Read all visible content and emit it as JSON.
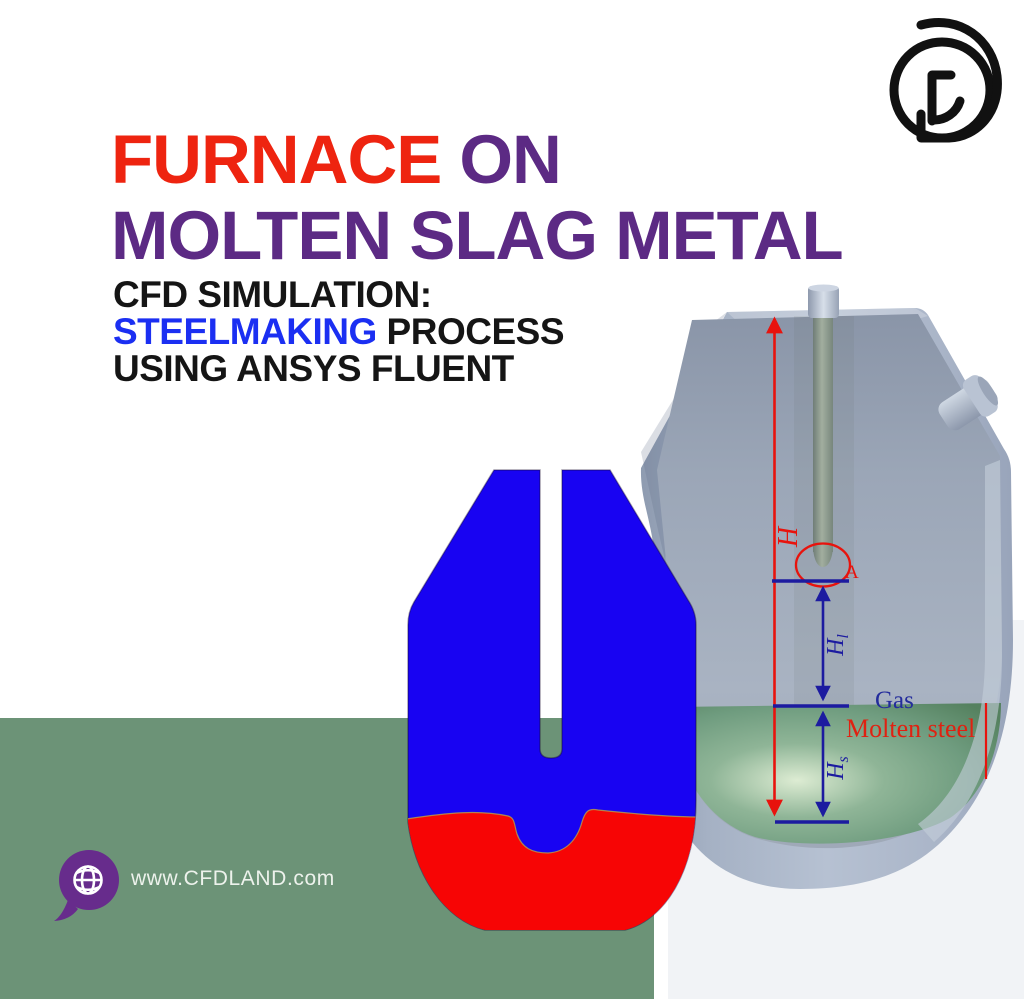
{
  "title": {
    "word1": "FURNACE",
    "word2": "ON",
    "line2": "MOLTEN SLAG METAL",
    "color_red": "#ee2410",
    "color_purple": "#5c2a84"
  },
  "subtitle": {
    "line1": "CFD SIMULATION:",
    "line2_highlight": "STEELMAKING",
    "line2_rest": " PROCESS",
    "line3": "USING ANSYS FLUENT",
    "highlight_color": "#1b2ff2",
    "text_color": "#151515"
  },
  "furnace_diagram": {
    "label_h": "H",
    "label_hl_main": "H",
    "label_hl_sub": "l",
    "label_hs_main": "H",
    "label_hs_sub": "s",
    "label_gas": "Gas",
    "label_molten_steel": "Molten steel",
    "label_point_a": "A",
    "annotation_red": "#e8130d",
    "annotation_blue": "#1c1ba0",
    "gas_label_color": "#232c9c",
    "molten_steel_color": "#6f9c7f",
    "vessel_color": "#a9b4c8"
  },
  "contour_plot": {
    "phase_top_color": "#1803f2",
    "phase_bottom_color": "#f70505"
  },
  "footer": {
    "website": "www.CFDLAND.com",
    "panel_color": "#6c9377",
    "icon_color": "#672c8c"
  }
}
